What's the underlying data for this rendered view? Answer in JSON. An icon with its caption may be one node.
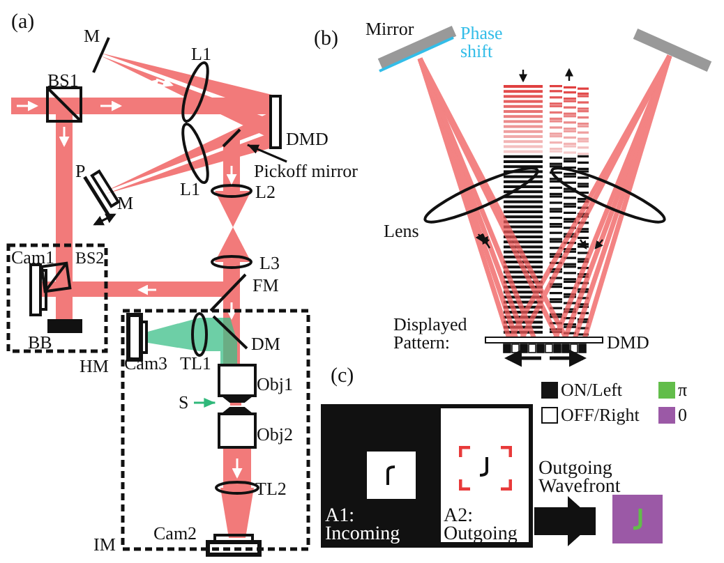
{
  "diagram": {
    "nodes": [
      {
        "text": [
          "Pickoff mirror"
        ]
      },
      {
        "text": [],
        "shape": "bar"
      },
      {
        "text": [
          "Cam1",
          "BS2",
          "BB",
          "HM"
        ]
      },
      {
        "text": [
          "DM",
          "Cam3",
          "TL1",
          "Obj1",
          "Obj2",
          "TL2",
          "IM",
          "Cam2"
        ]
      },
      {
        "text": [
          "S"
        ],
        "in": 3
      },
      {
        "text": [
          "A1: Incoming"
        ]
      },
      {
        "text": [
          "A2: Outgoing"
        ],
        "in": 5
      },
      {
        "text": [],
        "shape": "box"
      }
    ],
    "edges": [
      {
        "from": 0,
        "to": 1,
        "arrow": "to"
      },
      {
        "from": 4,
        "to": null,
        "arrow": "to",
        "color": "#2fb87a"
      },
      {
        "from": 5,
        "to": 7,
        "arrow": "to",
        "label": "Outgoing Wavefront",
        "style": "thick"
      }
    ],
    "labels": [
      "(a)",
      "M",
      "BS1",
      "L1",
      "DMD",
      "L1",
      "L2",
      "P",
      "M",
      "L3",
      "FM",
      "(b)",
      "Mirror",
      "Phase shift",
      "Lens",
      "Displayed Pattern:",
      "DMD",
      "(c)"
    ],
    "legend": [
      {
        "text": "ON/Left",
        "color": "#141414"
      },
      {
        "text": "OFF/Right",
        "color": "#ffffff"
      },
      {
        "text": "π",
        "color": "#62bd4a"
      },
      {
        "text": "0",
        "color": "#9b59a6"
      }
    ]
  }
}
